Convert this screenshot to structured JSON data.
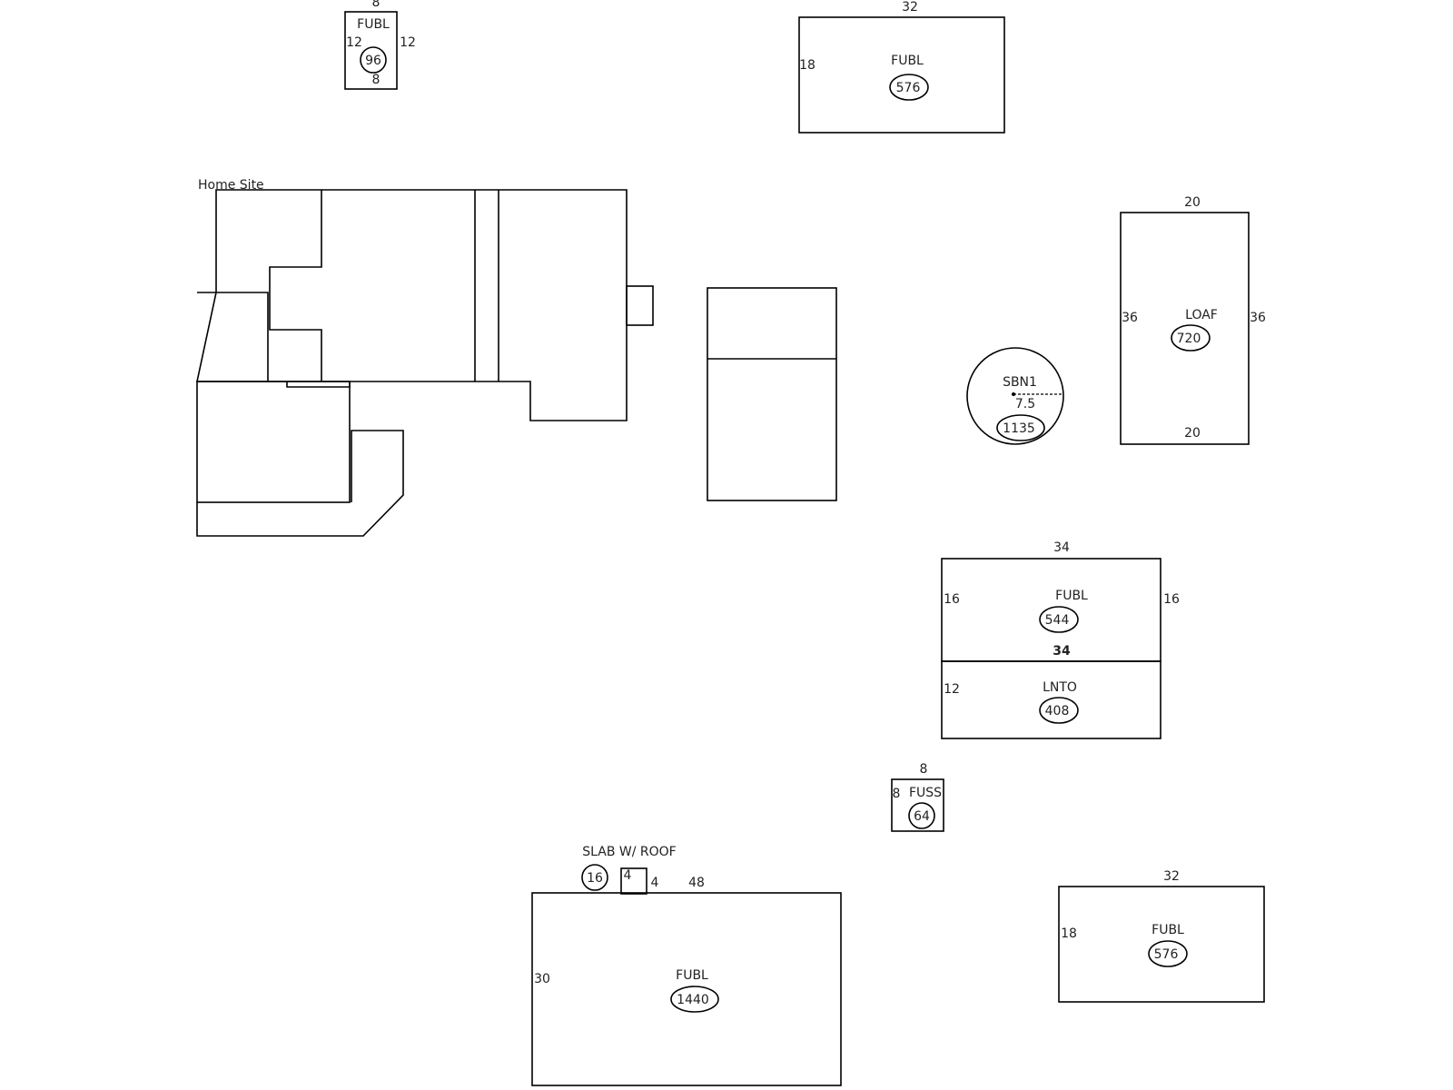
{
  "home": {
    "label": "Home Site"
  },
  "b1": {
    "top": "8",
    "code": "FUBL",
    "left": "12",
    "right": "12",
    "area": "96",
    "bottom": "8"
  },
  "b2": {
    "top": "32",
    "code": "FUBL",
    "left": "18",
    "area": "576"
  },
  "b3": {
    "top": "20",
    "code": "LOAF",
    "left": "36",
    "right": "36",
    "area": "720",
    "bottom": "20"
  },
  "b4": {
    "code": "SBN1",
    "radius": "7.5",
    "area": "1135"
  },
  "b5": {
    "top": "34",
    "code": "FUBL",
    "left": "16",
    "right": "16",
    "area": "544",
    "mid": "34"
  },
  "b6": {
    "code": "LNTO",
    "left": "12",
    "area": "408"
  },
  "b7": {
    "top": "8",
    "left": "8",
    "code": "FUSS",
    "area": "64"
  },
  "b8": {
    "code": "SLAB W/ ROOF",
    "area": "16",
    "side_a": "4",
    "side_b": "4"
  },
  "b9": {
    "top": "48",
    "code": "FUBL",
    "left": "30",
    "area": "1440"
  },
  "b10": {
    "top": "32",
    "code": "FUBL",
    "left": "18",
    "area": "576"
  }
}
